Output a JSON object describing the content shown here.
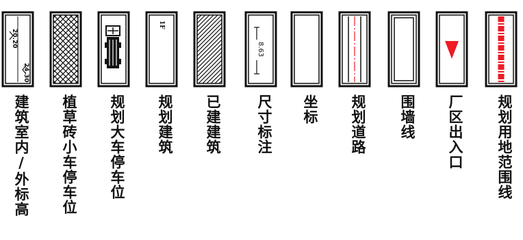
{
  "colors": {
    "line": "#111111",
    "accent": "#ee1c25",
    "background": "#ffffff"
  },
  "items": [
    {
      "label": "建筑室内/外标高",
      "icon": "elevation-mark-icon",
      "symbol_text": {
        "left_value": "20.20",
        "right_value": "24.30"
      }
    },
    {
      "label": "植草砖小车停车位",
      "icon": "crosshatch-pattern-icon"
    },
    {
      "label": "规划大车停车位",
      "icon": "truck-topview-icon"
    },
    {
      "label": "规划建筑",
      "icon": "planned-building-icon",
      "symbol_text": {
        "floor": "1F"
      }
    },
    {
      "label": "已建建筑",
      "icon": "diagonal-hatch-icon"
    },
    {
      "label": "尺寸标注",
      "icon": "dimension-line-icon",
      "symbol_text": {
        "value": "8.63"
      }
    },
    {
      "label": "坐标",
      "icon": "coordinate-box-icon"
    },
    {
      "label": "规划道路",
      "icon": "planned-road-icon"
    },
    {
      "label": "围墙线",
      "icon": "wall-line-icon"
    },
    {
      "label": "厂区出入口",
      "icon": "entrance-arrow-icon"
    },
    {
      "label": "规划用地范围线",
      "icon": "boundary-line-icon"
    }
  ]
}
